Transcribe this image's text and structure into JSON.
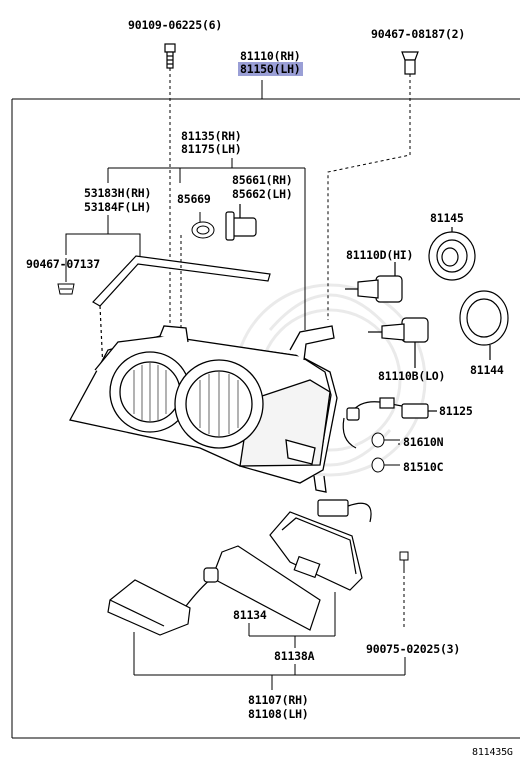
{
  "callouts": {
    "p90109": "90109-06225(6)",
    "p90467_08187": "90467-08187(2)",
    "p81110_rh": "81110(RH)",
    "p81150_lh": "81150(LH)",
    "p81135_rh": "81135(RH)",
    "p81175_lh": "81175(LH)",
    "p53183h": "53183H(RH)",
    "p53184f": "53184F(LH)",
    "p85669": "85669",
    "p85661": "85661(RH)",
    "p85662": "85662(LH)",
    "p81145": "81145",
    "p81110d": "81110D(HI)",
    "p90467_07137": "90467-07137",
    "p81144": "81144",
    "p81110b": "81110B(LO)",
    "p81125": "81125",
    "p81610n": "81610N",
    "p81510c": "81510C",
    "p81134": "81134",
    "p81138a": "81138A",
    "p90075": "90075-02025(3)",
    "p81107": "81107(RH)",
    "p81108": "81108(LH)"
  },
  "highlight_color": "#9a9fd6",
  "figure_id": "811435G"
}
